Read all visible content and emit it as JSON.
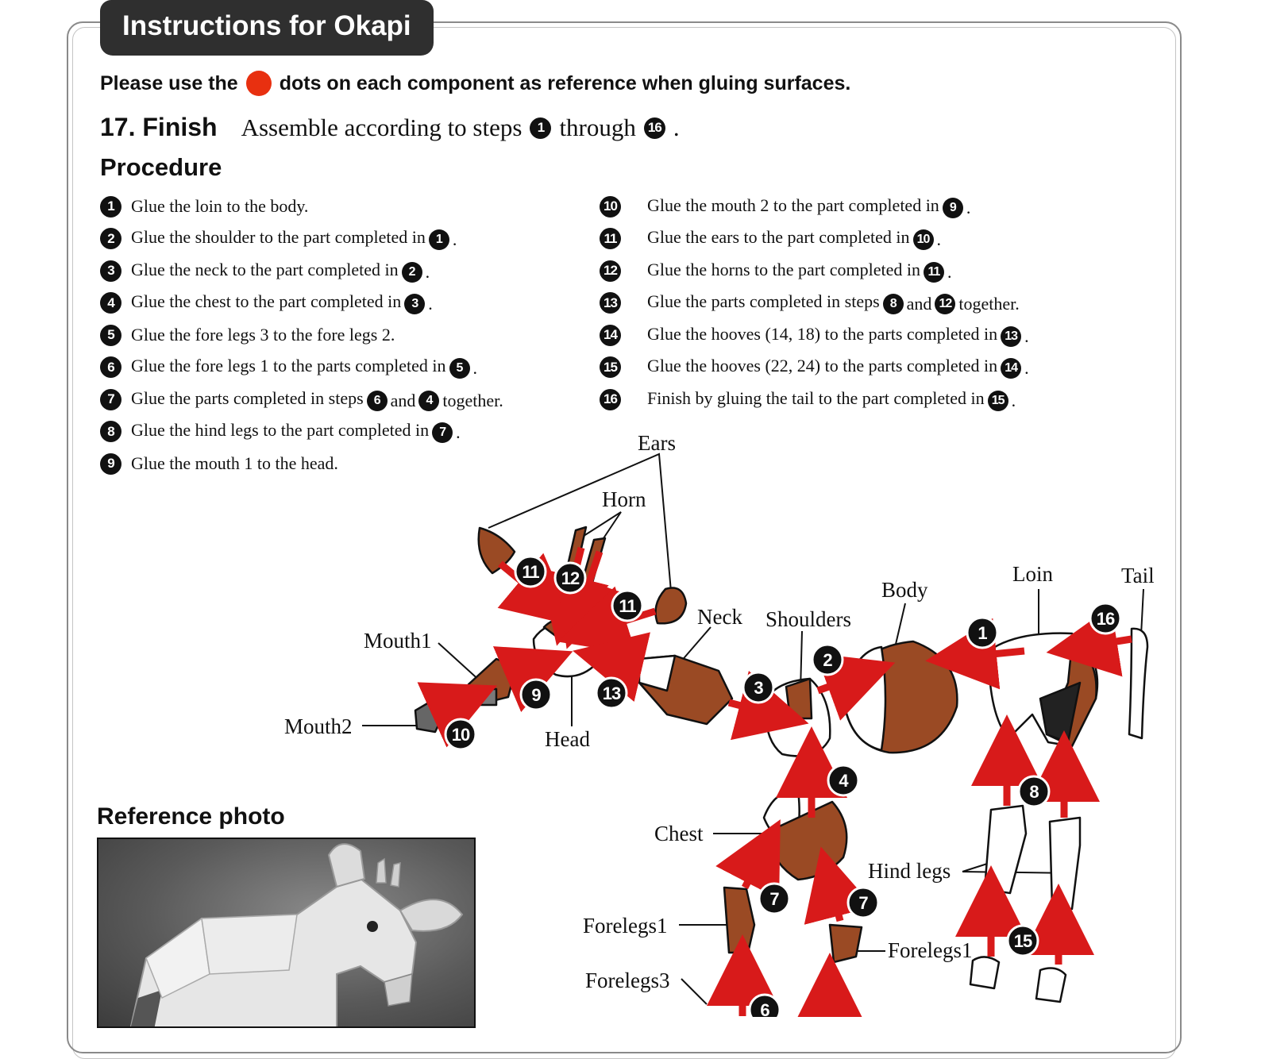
{
  "title": "Instructions for Okapi",
  "glue_note": {
    "before": "Please use the",
    "after": "dots on each component as reference when gluing surfaces."
  },
  "finish": {
    "label": "17. Finish",
    "text_before": "Assemble according to steps",
    "first_step": "1",
    "text_middle": "through",
    "last_step": "16",
    "text_after": "."
  },
  "procedure_heading": "Procedure",
  "steps_left": [
    {
      "num": "1",
      "text": "Glue the loin to the body."
    },
    {
      "num": "2",
      "text": "Glue the shoulder to the part completed in",
      "ref": "1"
    },
    {
      "num": "3",
      "text": "Glue the neck to the part completed in",
      "ref": "2"
    },
    {
      "num": "4",
      "text": "Glue the chest to the part completed in",
      "ref": "3"
    },
    {
      "num": "5",
      "text": "Glue the fore legs 3 to the fore legs 2."
    },
    {
      "num": "6",
      "text": "Glue the fore legs 1 to the parts completed in",
      "ref": "5"
    },
    {
      "num": "7",
      "text": "Glue the parts completed in steps",
      "ref": "6",
      "mid": "and",
      "ref2": "4",
      "tail": "together."
    },
    {
      "num": "8",
      "text": "Glue the hind legs to the part completed in",
      "ref": "7"
    },
    {
      "num": "9",
      "text": "Glue the mouth 1 to the head."
    }
  ],
  "steps_right": [
    {
      "num": "10",
      "text": "Glue the mouth 2 to the part completed in",
      "ref": "9"
    },
    {
      "num": "11",
      "text": "Glue the ears to the part completed in",
      "ref": "10"
    },
    {
      "num": "12",
      "text": "Glue the horns to the part completed in",
      "ref": "11"
    },
    {
      "num": "13",
      "text": "Glue the parts completed in steps",
      "ref": "8",
      "mid": "and",
      "ref2": "12",
      "tail": "together."
    },
    {
      "num": "14",
      "text": "Glue the hooves (14, 18) to the parts completed in",
      "ref": "13"
    },
    {
      "num": "15",
      "text": "Glue the hooves (22, 24) to the parts completed in",
      "ref": "14"
    },
    {
      "num": "16",
      "text": "Finish by gluing the tail to the part completed in",
      "ref": "15"
    }
  ],
  "diagram": {
    "labels": {
      "ears": "Ears",
      "horn": "Horn",
      "neck": "Neck",
      "shoulders": "Shoulders",
      "body": "Body",
      "loin": "Loin",
      "tail": "Tail",
      "mouth1": "Mouth1",
      "mouth2": "Mouth2",
      "head": "Head",
      "chest": "Chest",
      "hind_legs": "Hind legs",
      "forelegs1_left": "Forelegs1",
      "forelegs1_right": "Forelegs1",
      "forelegs3": "Forelegs3"
    },
    "badges": [
      "11",
      "12",
      "11",
      "9",
      "13",
      "10",
      "3",
      "2",
      "1",
      "16",
      "4",
      "8",
      "7",
      "7",
      "15",
      "6"
    ]
  },
  "reference_heading": "Reference photo",
  "colors": {
    "accent_red": "#e83010",
    "arrow_red": "#d81a1a",
    "part_brown": "#9a4a24",
    "title_bg": "#2f2f2f"
  }
}
